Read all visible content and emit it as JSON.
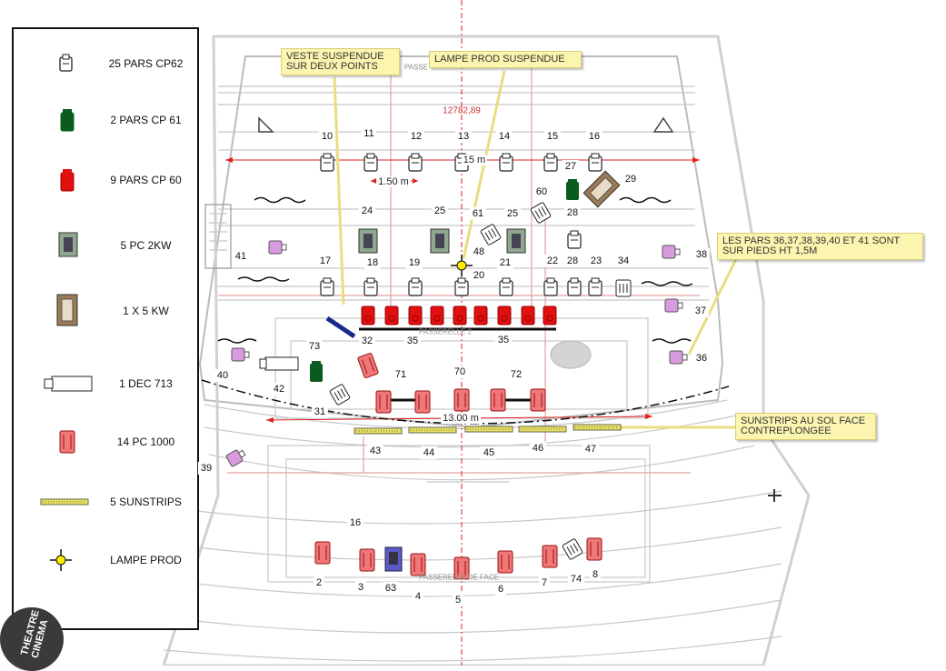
{
  "legend": {
    "items": [
      {
        "label": "25 PARS CP62",
        "icon": "par-cp62-icon",
        "color": "#ffffff"
      },
      {
        "label": "2 PARS CP 61",
        "icon": "par-cp61-icon",
        "color": "#0b5a1e"
      },
      {
        "label": "9 PARS CP 60",
        "icon": "par-cp60-icon",
        "color": "#e01010"
      },
      {
        "label": "5 PC 2KW",
        "icon": "pc-2kw-icon",
        "color": "#8fa68f"
      },
      {
        "label": "1 X 5 KW",
        "icon": "fresnel-5kw-icon",
        "color": "#9b7a55"
      },
      {
        "label": "1 DEC 713",
        "icon": "dec-713-icon",
        "color": "#ffffff"
      },
      {
        "label": "14 PC 1000",
        "icon": "pc-1000-icon",
        "color": "#f07878"
      },
      {
        "label": "5 SUNSTRIPS",
        "icon": "sunstrip-icon",
        "color": "#e8e060"
      },
      {
        "label": "LAMPE PROD",
        "icon": "lampe-prod-icon",
        "color": "#ffee00"
      }
    ]
  },
  "notes": {
    "veste": "VESTE SUSPENDUE SUR DEUX POINTS",
    "lampe": "LAMPE PROD SUSPENDUE",
    "pars": "LES PARS 36,37,38,39,40 ET 41 SONT SUR PIEDS HT 1,5M",
    "sunstrips": "SUNSTRIPS AU SOL FACE CONTREPLONGEE"
  },
  "dimensions": {
    "width_15": "15 m",
    "spacing": "1.50 m",
    "width_13": "13.00 m",
    "drawing_top": "12782,89"
  },
  "zone_labels": {
    "passe_top": "PASSE",
    "passerelle_2": "PASSERELLE 2",
    "passerelle_face": "PASSERELLE DE FACE",
    "logo_text": "THEATRE CINEMA"
  },
  "fixture_numbers": [
    "10",
    "11",
    "12",
    "13",
    "14",
    "15",
    "16",
    "27",
    "29",
    "60",
    "28",
    "24",
    "25",
    "61",
    "25",
    "48",
    "21",
    "28",
    "22",
    "28",
    "23",
    "34",
    "38",
    "41",
    "17",
    "18",
    "19",
    "20",
    "37",
    "40",
    "73",
    "32",
    "35",
    "35",
    "36",
    "42",
    "71",
    "70",
    "72",
    "31",
    "43",
    "44",
    "45",
    "46",
    "47",
    "39",
    "16",
    "2",
    "3",
    "63",
    "4",
    "5",
    "6",
    "7",
    "74",
    "8"
  ],
  "colors": {
    "cp62": "#ffffff",
    "cp61": "#0b5a1e",
    "cp60": "#e01010",
    "pc2kw": "#8fa68f",
    "fresnel5k": "#9b7a55",
    "pc1000": "#f07878",
    "sunstrip": "#e8e060",
    "pied": "#d99be0",
    "centerline": "#e02020"
  }
}
